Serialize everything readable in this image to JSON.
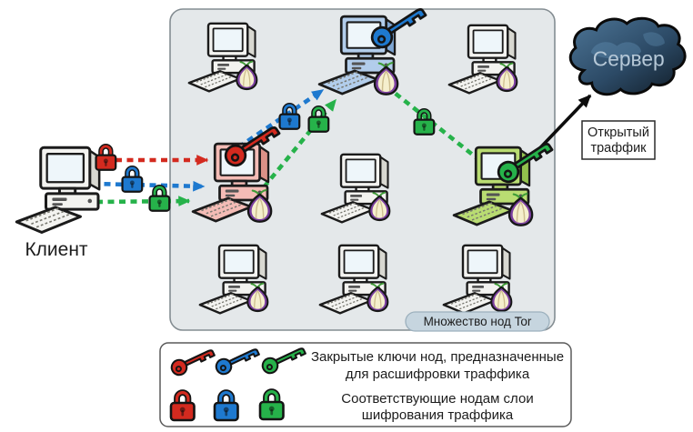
{
  "colors": {
    "red": "#d32a1f",
    "blue": "#1e79cf",
    "green": "#26b24a",
    "ink": "#1c1c1c",
    "node-gray-body": "#f3f3f0",
    "node-gray-shade": "#d8d8d1",
    "node-pink-body": "#f4bcb6",
    "node-pink-shade": "#db9187",
    "node-blue-body": "#b2cdeb",
    "node-blue-shade": "#7ea6d3",
    "node-green-body": "#b9dc72",
    "node-green-shade": "#92c14d",
    "box-fill": "#e4e8ea",
    "box-stroke": "#848d92",
    "pill-fill": "#c6d5df",
    "pill-stroke": "#9cb0bd",
    "cloud-light": "#4d7596",
    "cloud-dark": "#101b25",
    "cloud-text": "#b6c8d7"
  },
  "client": {
    "label": "Клиент"
  },
  "server": {
    "label": "Сервер"
  },
  "open_traffic": {
    "line1": "Открытый",
    "line2": "траффик"
  },
  "tor_box": {
    "label": "Множество нод Tor"
  },
  "legend": {
    "key_icons": [
      "red-key",
      "blue-key",
      "green-key"
    ],
    "lock_icons": [
      "red-padlock",
      "blue-padlock",
      "green-padlock"
    ],
    "keys_line1": "Закрытые ключи нод, предназначенные",
    "keys_line2": "для расшифровки траффика",
    "locks_line1": "Соответствующие нодам слои",
    "locks_line2": "шифрования траффика"
  }
}
